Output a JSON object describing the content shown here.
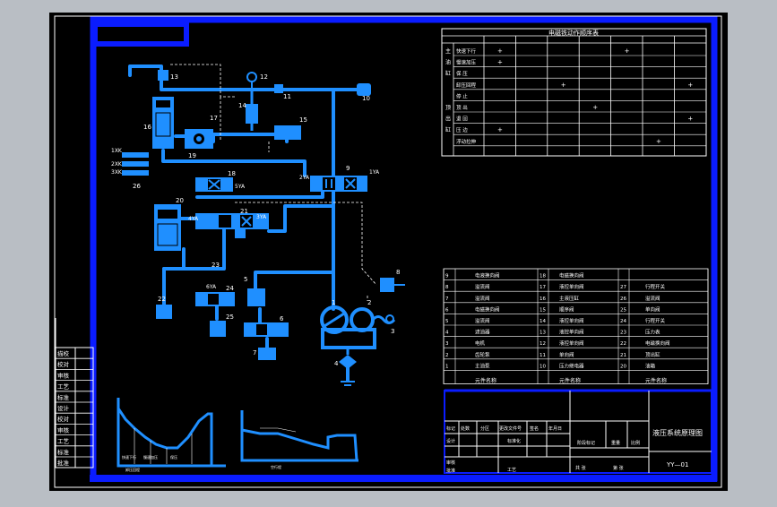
{
  "colors": {
    "background": "#b9bec4",
    "paper": "#000000",
    "border": "#0a1cff",
    "pipe": "#1f8fff",
    "grid_line": "#ffffff"
  },
  "drawing": {
    "title": "液压系统原理图",
    "drawing_number": "YY—01"
  },
  "action_table": {
    "title": "电磁铁动作顺序表",
    "rows": [
      {
        "group": "主",
        "label": "快速下行",
        "marks": [
          "+",
          "",
          "",
          "",
          "+",
          "",
          ""
        ]
      },
      {
        "group": "油",
        "label": "慢速加压",
        "marks": [
          "+",
          "",
          "",
          "",
          "",
          "",
          ""
        ]
      },
      {
        "group": "缸",
        "label": "保 压",
        "marks": [
          "",
          "",
          "",
          "",
          "",
          "",
          ""
        ]
      },
      {
        "group": "",
        "label": "卸压回程",
        "marks": [
          "",
          "",
          "+",
          "",
          "",
          "",
          "+"
        ]
      },
      {
        "group": "",
        "label": "停 止",
        "marks": [
          "",
          "",
          "",
          "",
          "",
          "",
          ""
        ]
      },
      {
        "group": "顶",
        "label": "顶 出",
        "marks": [
          "",
          "",
          "",
          "+",
          "",
          "",
          ""
        ]
      },
      {
        "group": "出",
        "label": "退 回",
        "marks": [
          "",
          "",
          "",
          "",
          "",
          "",
          "+"
        ]
      },
      {
        "group": "缸",
        "label": "压 边",
        "marks": [
          "+",
          "",
          "",
          "",
          "",
          "",
          ""
        ]
      },
      {
        "group": "",
        "label": "浮动拉伸",
        "marks": [
          "",
          "",
          "",
          "",
          "",
          "+",
          ""
        ]
      }
    ]
  },
  "parts_list": {
    "rows": [
      [
        "9",
        "电液换向阀",
        "18",
        "电磁换向阀",
        "",
        ""
      ],
      [
        "8",
        "溢流阀",
        "17",
        "液控单向阀",
        "27",
        "行程开关"
      ],
      [
        "7",
        "溢流阀",
        "16",
        "主液压缸",
        "26",
        "溢流阀"
      ],
      [
        "6",
        "电磁换向阀",
        "15",
        "顺序阀",
        "25",
        "单向阀"
      ],
      [
        "5",
        "溢流阀",
        "14",
        "液控单向阀",
        "24",
        "行程开关"
      ],
      [
        "4",
        "滤油器",
        "13",
        "液控单向阀",
        "23",
        "压力表"
      ],
      [
        "3",
        "电机",
        "12",
        "液控单向阀",
        "22",
        "电磁换向阀"
      ],
      [
        "2",
        "齿轮泵",
        "11",
        "单向阀",
        "21",
        "顶出缸"
      ],
      [
        "1",
        "主油泵",
        "10",
        "压力继电器",
        "20",
        "油箱"
      ]
    ],
    "header": "元件名称"
  },
  "signature_labels": [
    "描校",
    "校对",
    "审核",
    "工艺",
    "标准",
    "设计",
    "校对",
    "审核",
    "工艺",
    "标准",
    "批准"
  ],
  "title_block": {
    "labels": [
      "标记",
      "处数",
      "分区",
      "更改文件号",
      "签名",
      "年月日",
      "设计",
      "标准化",
      "阶段标记",
      "重量",
      "比例",
      "审核",
      "工艺",
      "批准",
      "共 张",
      "第 张"
    ]
  },
  "component_labels": {
    "numbers": [
      "1",
      "2",
      "3",
      "4",
      "5",
      "6",
      "7",
      "8",
      "9",
      "10",
      "11",
      "12",
      "13",
      "14",
      "15",
      "16",
      "17",
      "18",
      "19",
      "20",
      "21",
      "22",
      "23",
      "24",
      "25",
      "26"
    ],
    "solenoids": [
      "1YA",
      "2YA",
      "3YA",
      "4YA",
      "5YA",
      "6YA",
      "1XK",
      "2XK",
      "3XK"
    ]
  },
  "graph_labels": [
    "快速下行",
    "慢速加压",
    "保压",
    "卸压回程",
    "空行程"
  ]
}
